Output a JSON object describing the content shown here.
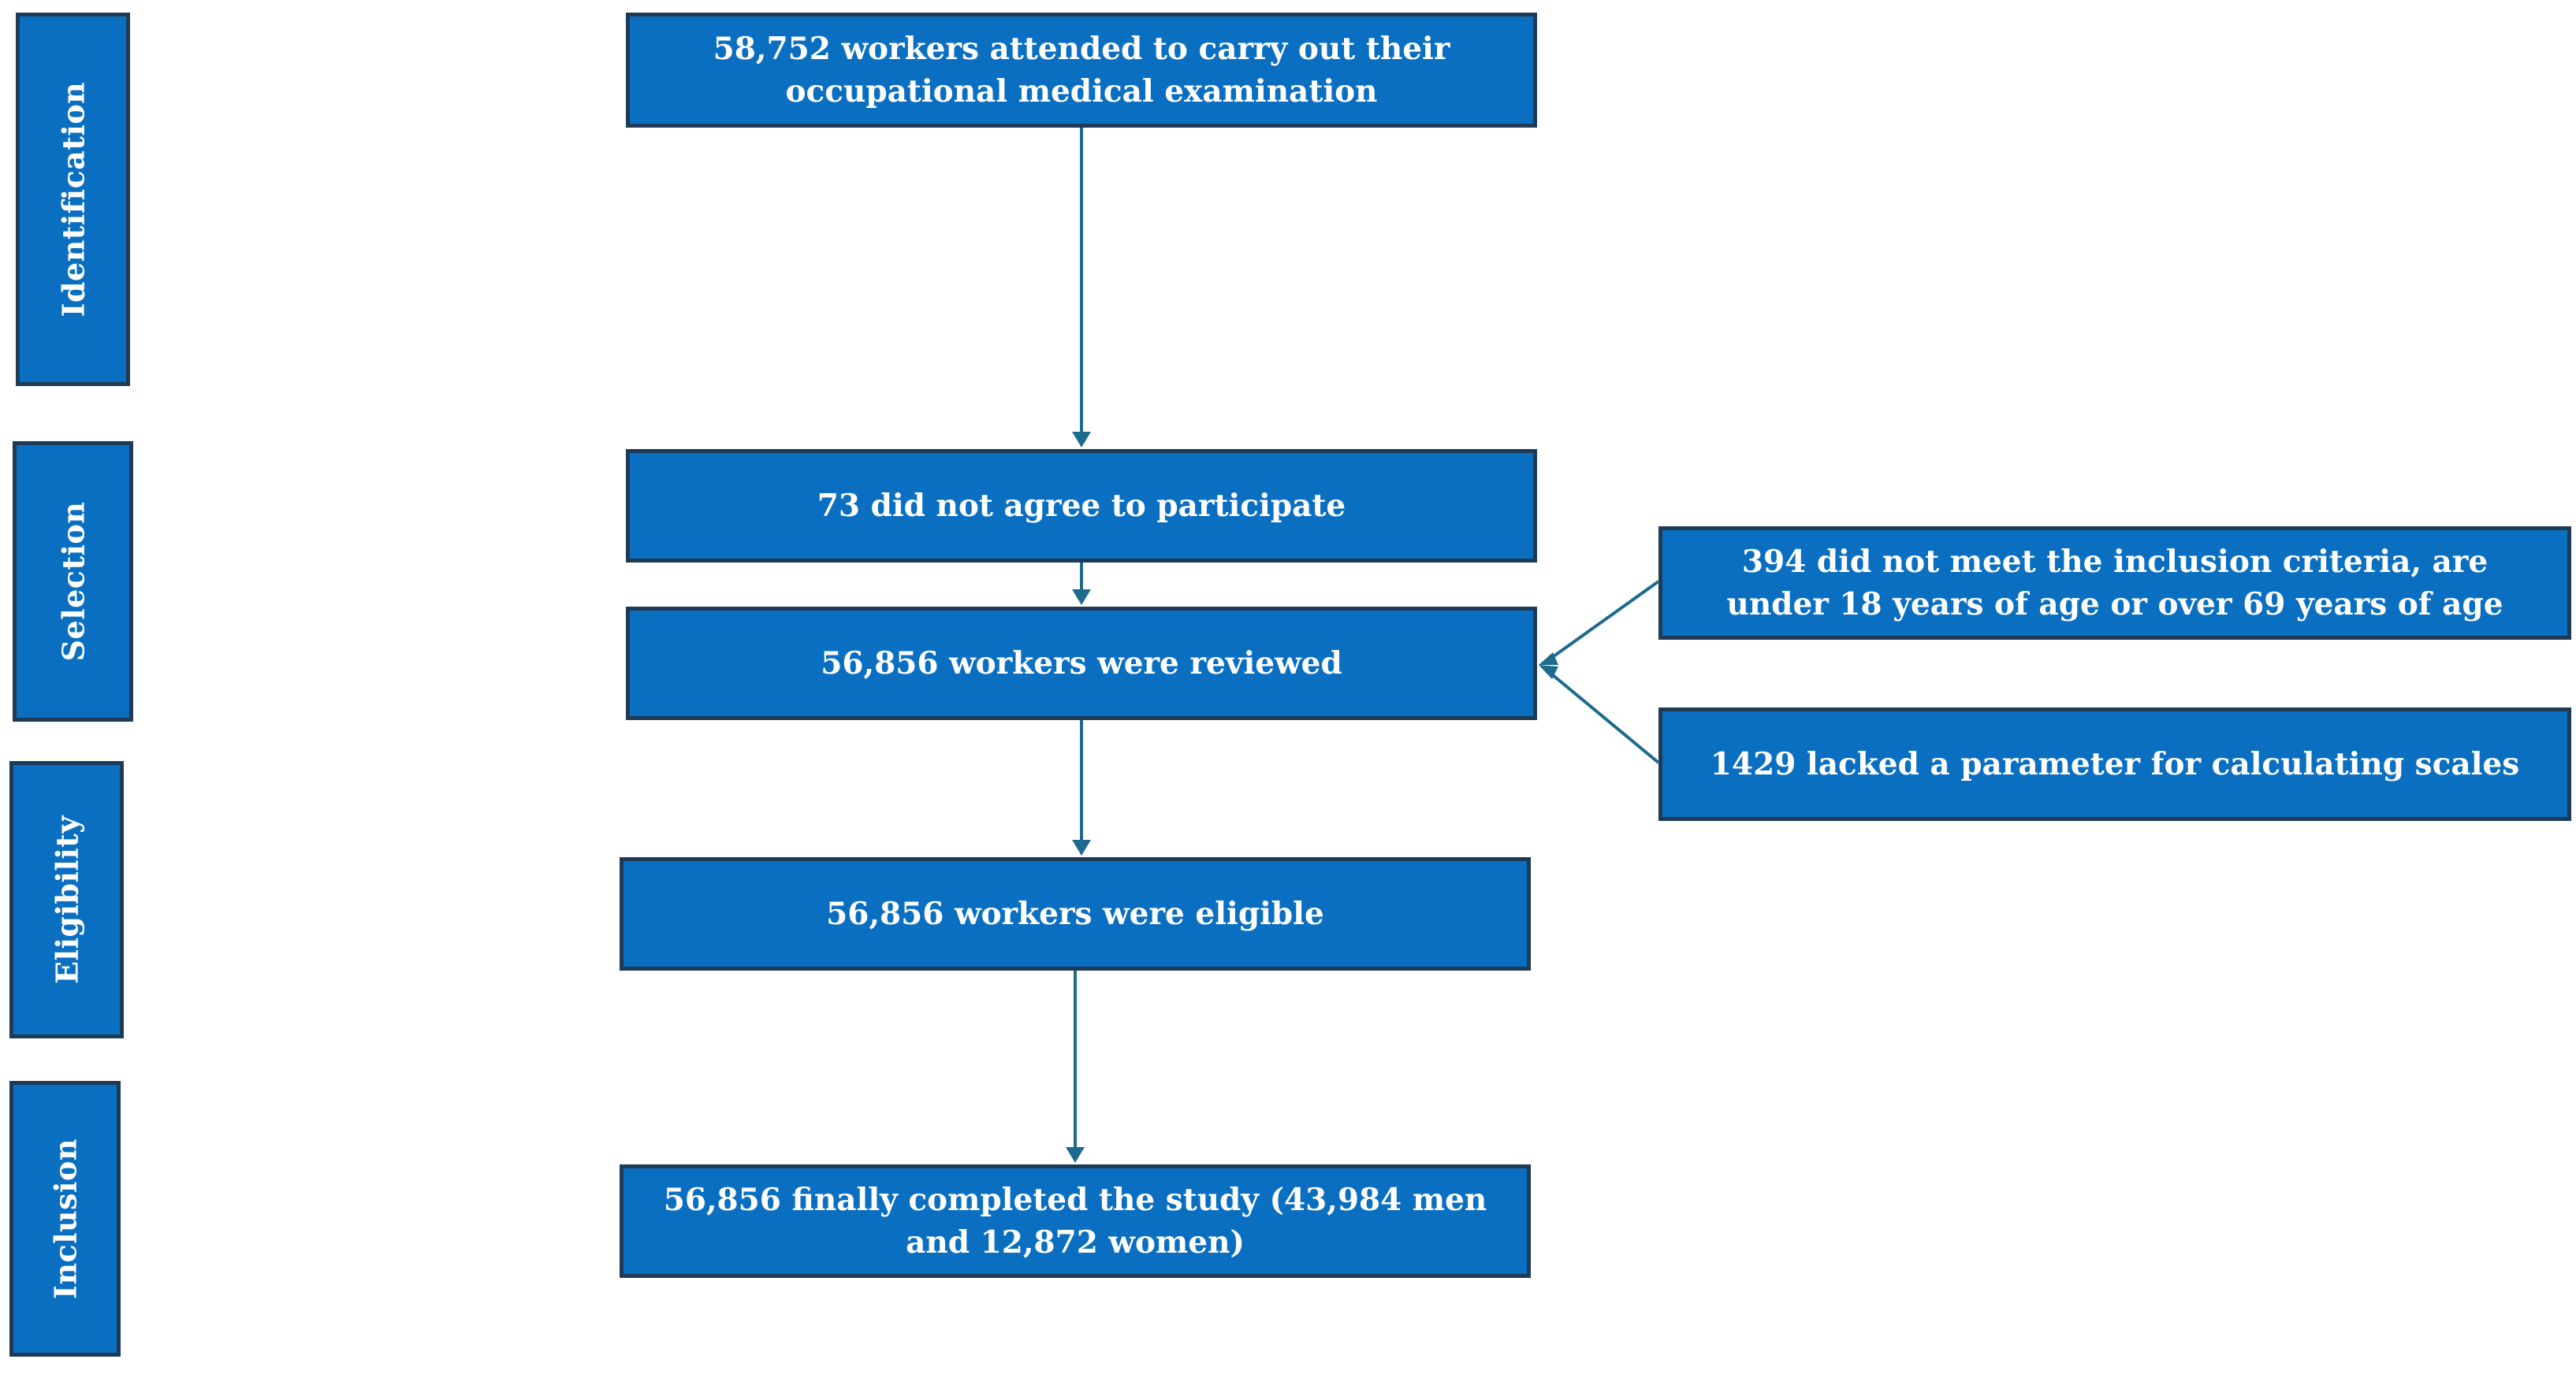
{
  "colors": {
    "box_fill": "#0b6fc1",
    "box_border": "#1f3a55",
    "arrow": "#1d6a8c",
    "text": "#ffffff"
  },
  "phases": {
    "identification": "Identification",
    "selection": "Selection",
    "eligibility": "Eligibility",
    "inclusion": "Inclusion"
  },
  "boxes": {
    "attended": "58,752 workers attended to carry out their occupational medical examination",
    "not_agree": "73 did not agree to participate",
    "reviewed": "56,856 workers were reviewed",
    "eligible": "56,856 workers were eligible",
    "completed": "56,856 finally completed the study (43,984 men and 12,872 women)",
    "excluded_age": "394 did not meet the inclusion criteria, are under 18 years of age or over 69 years of age",
    "lacked_parameter": "1429 lacked a parameter for calculating scales"
  }
}
